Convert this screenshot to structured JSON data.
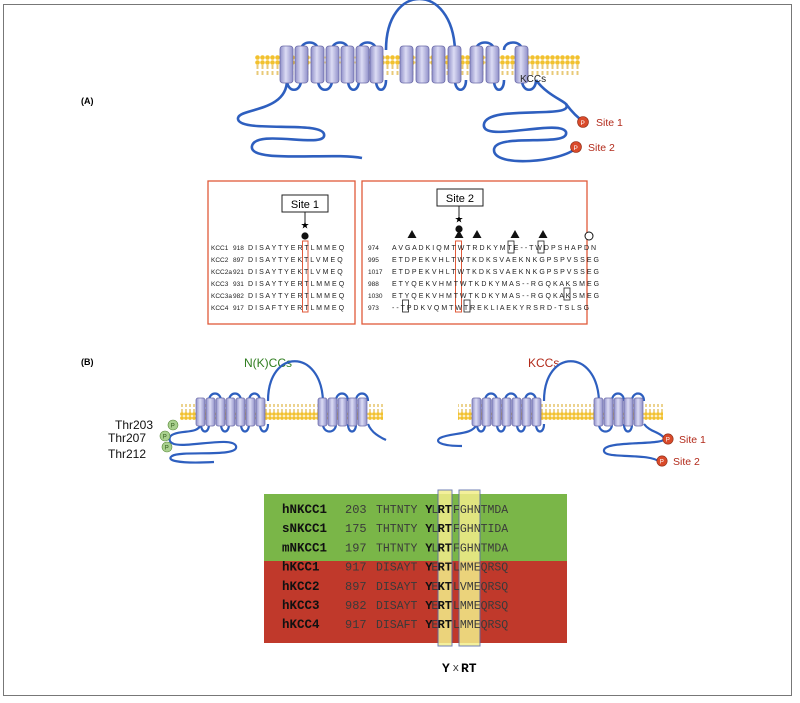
{
  "panelA": {
    "label": "(A)",
    "kcc_label": "KCCs",
    "site1": "Site 1",
    "site2": "Site 2",
    "phospho": "P",
    "box1": {
      "title": "Site 1",
      "rows": [
        {
          "name": "KCC1",
          "num": "918",
          "seq": "D I S A Y T Y E R T L M M E Q"
        },
        {
          "name": "KCC2",
          "num": "897",
          "seq": "D I S A Y T Y E K T L V M E Q"
        },
        {
          "name": "KCC2a",
          "num": "921",
          "seq": "D I S A Y T Y E K T L V M E Q"
        },
        {
          "name": "KCC3",
          "num": "931",
          "seq": "D I S A Y T Y E R T L M M E Q"
        },
        {
          "name": "KCC3a",
          "num": "982",
          "seq": "D I S A Y T Y E R T L M M E Q"
        },
        {
          "name": "KCC4",
          "num": "917",
          "seq": "D I S A F T Y E R T L M M E Q"
        }
      ]
    },
    "box2": {
      "title": "Site 2",
      "rows": [
        {
          "num": "974",
          "seq": "A V G A D K I Q M T W T R D K Y M T E - - T W D P S H A P D N"
        },
        {
          "num": "995",
          "seq": "E T D P E K V H L T W T K D K S V A E K N K G P S P V S S E G"
        },
        {
          "num": "1017",
          "seq": "E T D P E K V H L T W T K D K S V A E K N K G P S P V S S E G"
        },
        {
          "num": "988",
          "seq": "E T Y Q E K V H M T W T K D K Y M A S - - R G Q K A K S M E G"
        },
        {
          "num": "1030",
          "seq": "E T Y Q E K V H M T W T K D K Y M A S - - R G Q K A K S M E G"
        },
        {
          "num": "973",
          "seq": "- - T P D K V Q M T W T R E K L I A E K Y R S R D - T S L S G"
        }
      ]
    }
  },
  "panelB": {
    "label": "(B)",
    "nkcc_label": "N(K)CCs",
    "kcc_label": "KCCs",
    "thr": [
      "Thr203",
      "Thr207",
      "Thr212"
    ],
    "site1": "Site 1",
    "site2": "Site 2",
    "phospho": "P",
    "alignment": [
      {
        "name": "hNKCC1",
        "num": "203",
        "pre": "THTNTY",
        "y": "Y",
        "x": "L",
        "r": "R",
        "t": "T",
        "post": "FGHNTMDA",
        "group": "nkcc"
      },
      {
        "name": "sNKCC1",
        "num": "175",
        "pre": "THTNTY",
        "y": "Y",
        "x": "L",
        "r": "R",
        "t": "T",
        "post": "FGHNTIDA",
        "group": "nkcc"
      },
      {
        "name": "mNKCC1",
        "num": "197",
        "pre": "THTNTY",
        "y": "Y",
        "x": "L",
        "r": "R",
        "t": "T",
        "post": "FGHNTMDA",
        "group": "nkcc"
      },
      {
        "name": "hKCC1",
        "num": "917",
        "pre": "DISAYT",
        "y": "Y",
        "x": "E",
        "r": "R",
        "t": "T",
        "post": "LMMEQRSQ",
        "group": "kcc"
      },
      {
        "name": "hKCC2",
        "num": "897",
        "pre": "DISAYT",
        "y": "Y",
        "x": "E",
        "r": "K",
        "t": "T",
        "post": "LVMEQRSQ",
        "group": "kcc"
      },
      {
        "name": "hKCC3",
        "num": "982",
        "pre": "DISAYT",
        "y": "Y",
        "x": "E",
        "r": "R",
        "t": "T",
        "post": "LMMEQRSQ",
        "group": "kcc"
      },
      {
        "name": "hKCC4",
        "num": "917",
        "pre": "DISAFT",
        "y": "Y",
        "x": "E",
        "r": "R",
        "t": "T",
        "post": "LMMEQRSQ",
        "group": "kcc"
      }
    ],
    "motif": {
      "y": "Y",
      "x": "x",
      "rt": "RT"
    }
  },
  "colors": {
    "membrane": "#f2c12e",
    "helix": "#b9b9e0",
    "loop": "#2e5fbf",
    "phospho_red": "#d94a2a",
    "phospho_green": "#a9d08e",
    "site_text": "#b22a1a",
    "nkcc_text": "#2f7d1f",
    "box_border": "#e05a3a",
    "nkcc_bg": "#7ab648",
    "kcc_bg": "#c0392b",
    "highlight": "#f3ee8a"
  }
}
